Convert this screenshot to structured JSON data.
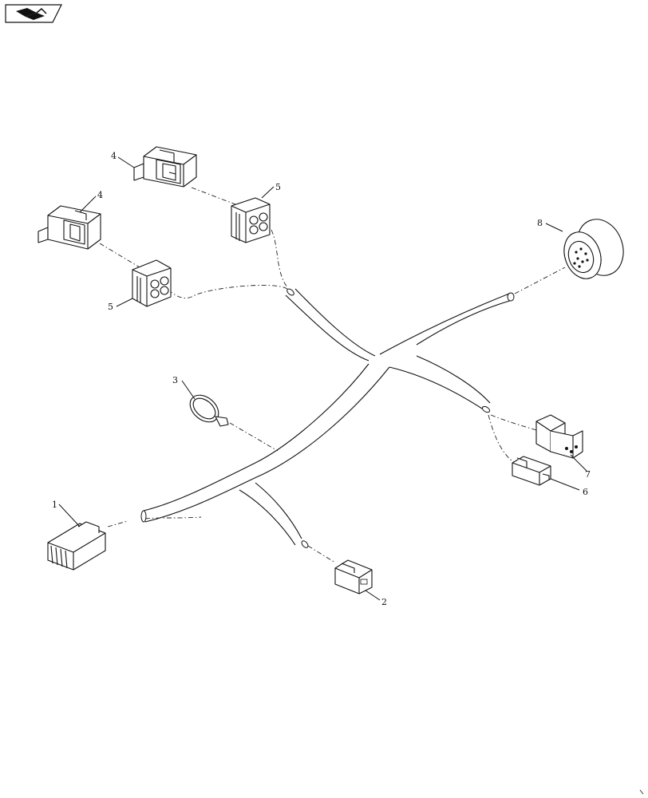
{
  "nav": {
    "icon": "page-turn-icon"
  },
  "callouts": {
    "c1": "1",
    "c2": "2",
    "c3": "3",
    "c4a": "4",
    "c4b": "4",
    "c5a": "5",
    "c5b": "5",
    "c6": "6",
    "c7": "7",
    "c8": "8"
  },
  "colors": {
    "line": "#111111",
    "background": "#ffffff"
  }
}
